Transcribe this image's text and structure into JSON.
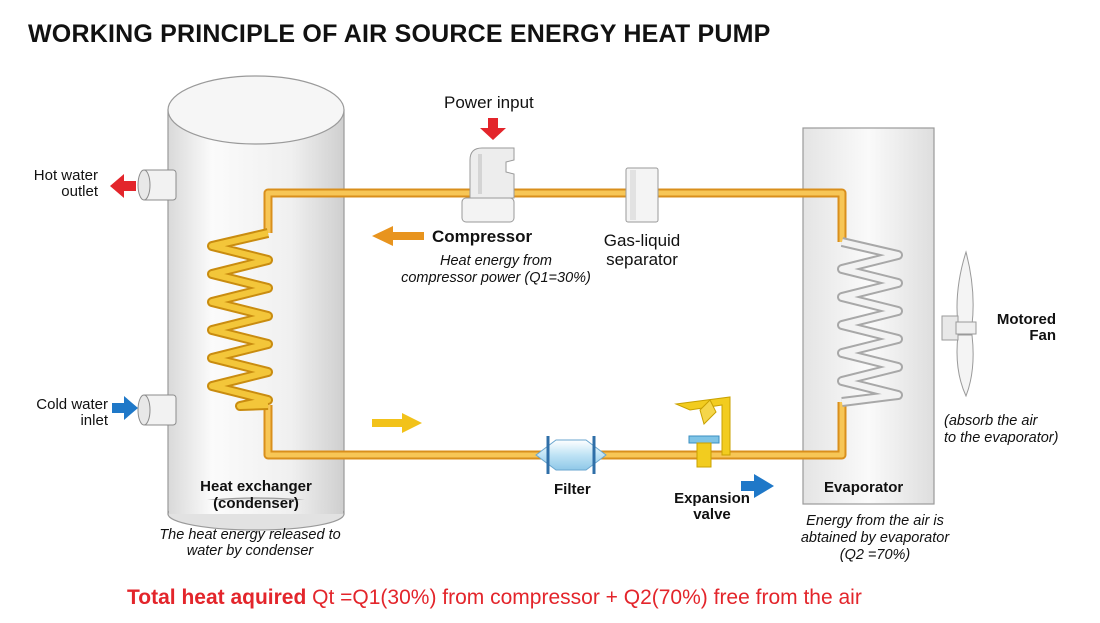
{
  "title": "WORKING PRINCIPLE OF AIR SOURCE ENERGY HEAT PUMP",
  "labels": {
    "power_input": "Power input",
    "hot_water_outlet_1": "Hot water",
    "hot_water_outlet_2": "outlet",
    "cold_water_inlet_1": "Cold water",
    "cold_water_inlet_2": "inlet",
    "compressor": "Compressor",
    "compressor_note_1": "Heat energy from",
    "compressor_note_2": "compressor power (Q1=30%)",
    "separator_1": "Gas-liquid",
    "separator_2": "separator",
    "motored_fan_1": "Motored",
    "motored_fan_2": "Fan",
    "fan_note_1": "(absorb the  air",
    "fan_note_2": "to the evaporator)",
    "heat_exchanger_1": "Heat exchanger",
    "heat_exchanger_2": "(condenser)",
    "condenser_note_1": "The heat energy released to",
    "condenser_note_2": "water by condenser",
    "filter": "Filter",
    "expansion_valve_1": "Expansion",
    "expansion_valve_2": "valve",
    "evaporator": "Evaporator",
    "evaporator_note_1": "Energy from the air is",
    "evaporator_note_2": "abtained by evaporator",
    "evaporator_note_3": "(Q2 =70%)"
  },
  "formula": {
    "bold_part": "Total heat aquired",
    "rest": " Qt =Q1(30%) from compressor + Q2(70%) free from the air"
  },
  "colors": {
    "accent_red": "#e3252b",
    "pipe": "#f2b53a",
    "coil": "#e9b321",
    "arrow_orange": "#e8941e",
    "arrow_blue": "#1f78c8",
    "arrow_yellow": "#f2c21a"
  }
}
